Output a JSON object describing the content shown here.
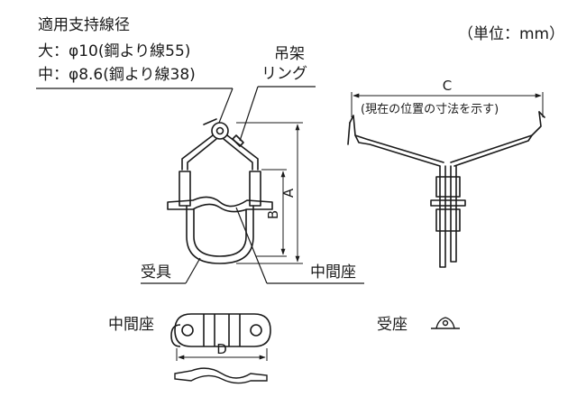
{
  "spec": {
    "title": "適用支持線径",
    "large": "大：φ10(鋼より線55)",
    "medium": "中：φ8.6(鋼より線38)"
  },
  "unit": "（単位：mm）",
  "labels": {
    "ring_line1": "吊架",
    "ring_line2": "リング",
    "receiver": "受具",
    "middle_seat": "中間座",
    "middle_seat_part": "中間座",
    "receiver_seat": "受座",
    "current_position": "(現在の位置の寸法を示す)"
  },
  "dimensions": {
    "a": "A",
    "b": "B",
    "c": "C",
    "d": "D"
  }
}
